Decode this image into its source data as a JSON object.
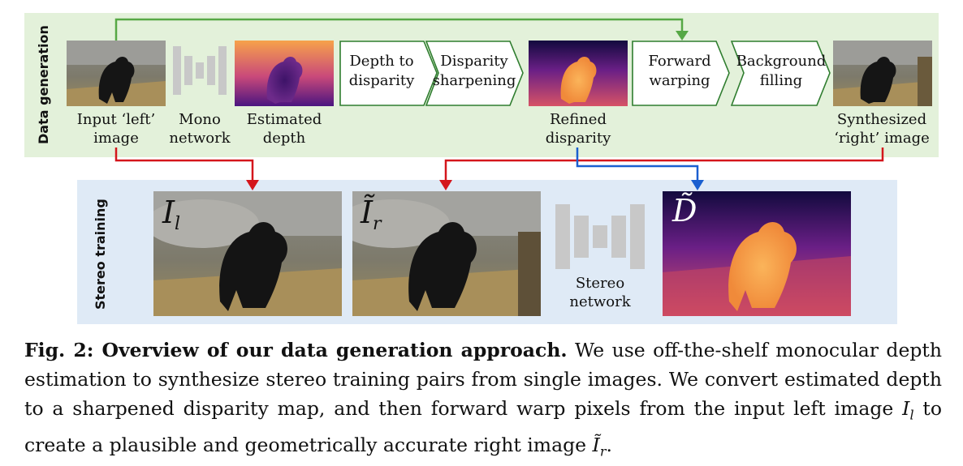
{
  "generation": {
    "side_label": "Data generation",
    "captions": {
      "input_left": "Input ‘left’\nimage",
      "mono": "Mono\nnetwork",
      "est_depth": "Estimated\ndepth",
      "refined": "Refined\ndisparity",
      "synth_right": "Synthesized\n‘right’ image"
    },
    "steps": [
      "Depth to\ndisparity",
      "Disparity\nsharpening",
      "Forward\nwarping",
      "Background\nfilling"
    ]
  },
  "training": {
    "side_label": "Stereo training",
    "label_left": "I",
    "label_left_sub": "l",
    "label_right": "Ĩ",
    "label_right_sub": "r",
    "label_disp": "D̃",
    "stereo_caption": "Stereo\nnetwork"
  },
  "caption": {
    "bold": "Fig. 2: Overview of our data generation approach.",
    "text1": " We use off-the-shelf monocular depth estimation to synthesize stereo training pairs from single images. We convert estimated depth to a sharpened disparity map, and then forward warp pixels from the input left image ",
    "sym1": "I",
    "sym1_sub": "l",
    "text2": " to create a plausible and geometrically accurate right image ",
    "sym2": "Ĩ",
    "sym2_sub": "r",
    "text3": "."
  },
  "colors": {
    "green_arrow": "#56a845",
    "red_arrow": "#d4161c",
    "blue_arrow": "#1a5fd0",
    "gen_bg": "#e3f1da",
    "train_bg": "#dfeaf6"
  }
}
